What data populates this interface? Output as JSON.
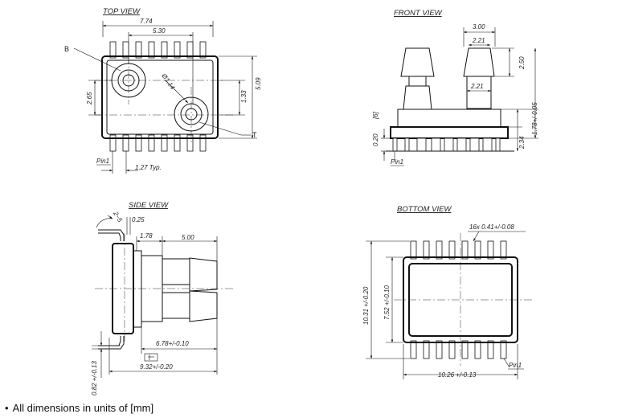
{
  "views": {
    "top": "TOP VIEW",
    "front": "FRONT VIEW",
    "side": "SIDE VIEW",
    "bottom": "BOTTOM VIEW"
  },
  "top_view": {
    "dim_overall": "7.74",
    "dim_port_spacing": "5.30",
    "label_b": "B",
    "dim_diameter": "Ø1.14",
    "label_t": "T",
    "dim_left_height": "2.65",
    "dim_port_offset": "1.33",
    "dim_height": "5.09",
    "label_pin1": "Pin1",
    "dim_pitch": "1.27 Typ."
  },
  "front_view": {
    "dim_port_width": "3.00",
    "dim_port_inner_top": "2.21",
    "dim_port_inner_bottom": "2.21",
    "dim_port_height": "2.50",
    "dim_body_height": "2.34",
    "dim_body_tol": "1.78+/-0.05",
    "dim_lead_offset": "0.20",
    "dim_lead_offset_bracket": "[6]",
    "label_pin1": "Pin1"
  },
  "side_view": {
    "dim_angle": "2~5",
    "dim_lead_thickness": "0.25",
    "dim_1": "1.78",
    "dim_2": "5.00",
    "dim_3": "6.78+/-0.10",
    "dim_4": "9.32+/-0.20",
    "dim_5": "0.82 +/-0.13"
  },
  "bottom_view": {
    "dim_pin_width": "16x 0.41+/-0.08",
    "dim_total_height": "10.31 +/-0.20",
    "dim_body_height": "7.52 +/-0.10",
    "dim_width": "10.26 +/-0.13",
    "label_pin1": "Pin1"
  },
  "footnote": "All dimensions in units of [mm]"
}
